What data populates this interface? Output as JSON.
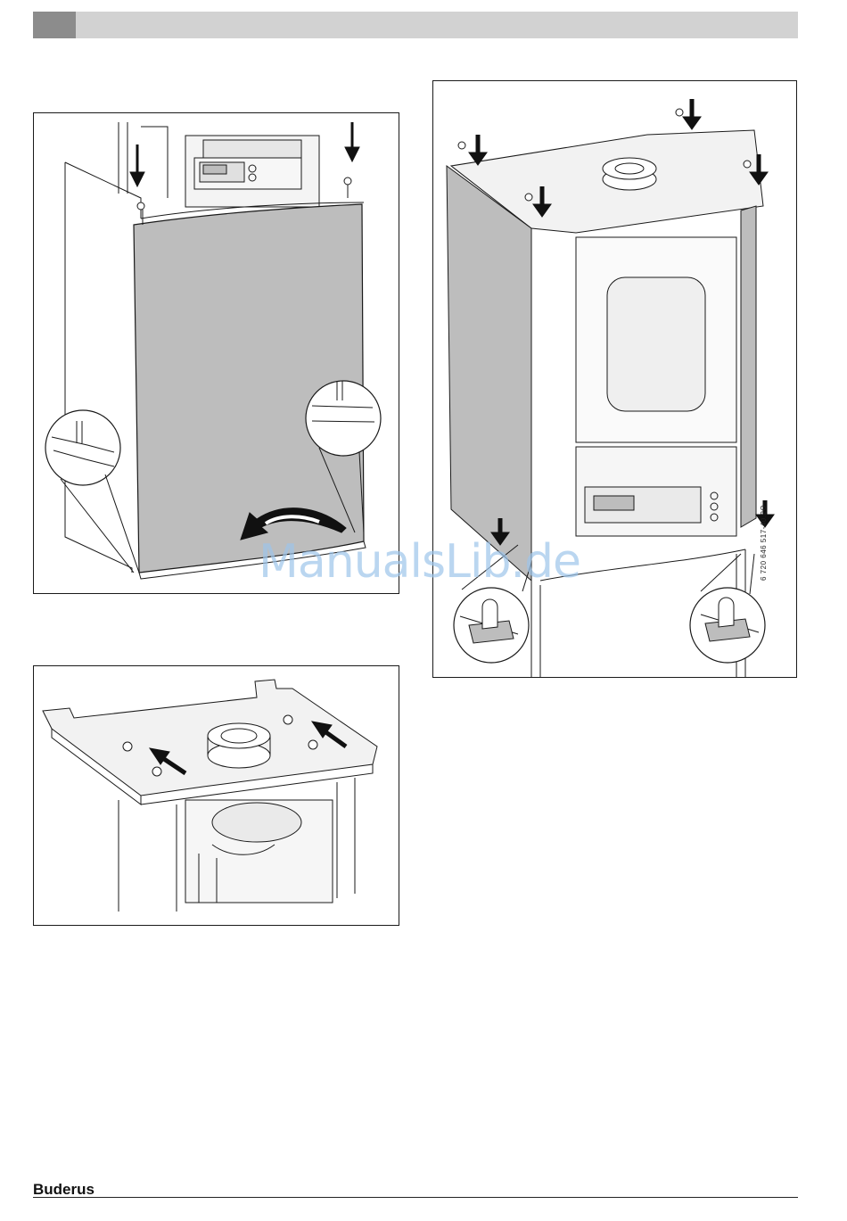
{
  "page": {
    "figure_2_code": "6 720 646 517-40.2O",
    "watermark": "ManualsLib.de",
    "footer": {
      "brand": "Buderus"
    }
  },
  "colors": {
    "header_bar": "#d2d2d2",
    "header_tab": "#8c8c8c",
    "panel_gray": "#bdbdbd",
    "line": "#1a1a1a",
    "watermark": "#9ec5ea"
  },
  "figures": [
    {
      "id": "fig1",
      "content": "front-panel-installation-illustration"
    },
    {
      "id": "fig2",
      "content": "side-panels-and-screws-illustration"
    },
    {
      "id": "fig3",
      "content": "top-cover-installation-illustration"
    }
  ]
}
